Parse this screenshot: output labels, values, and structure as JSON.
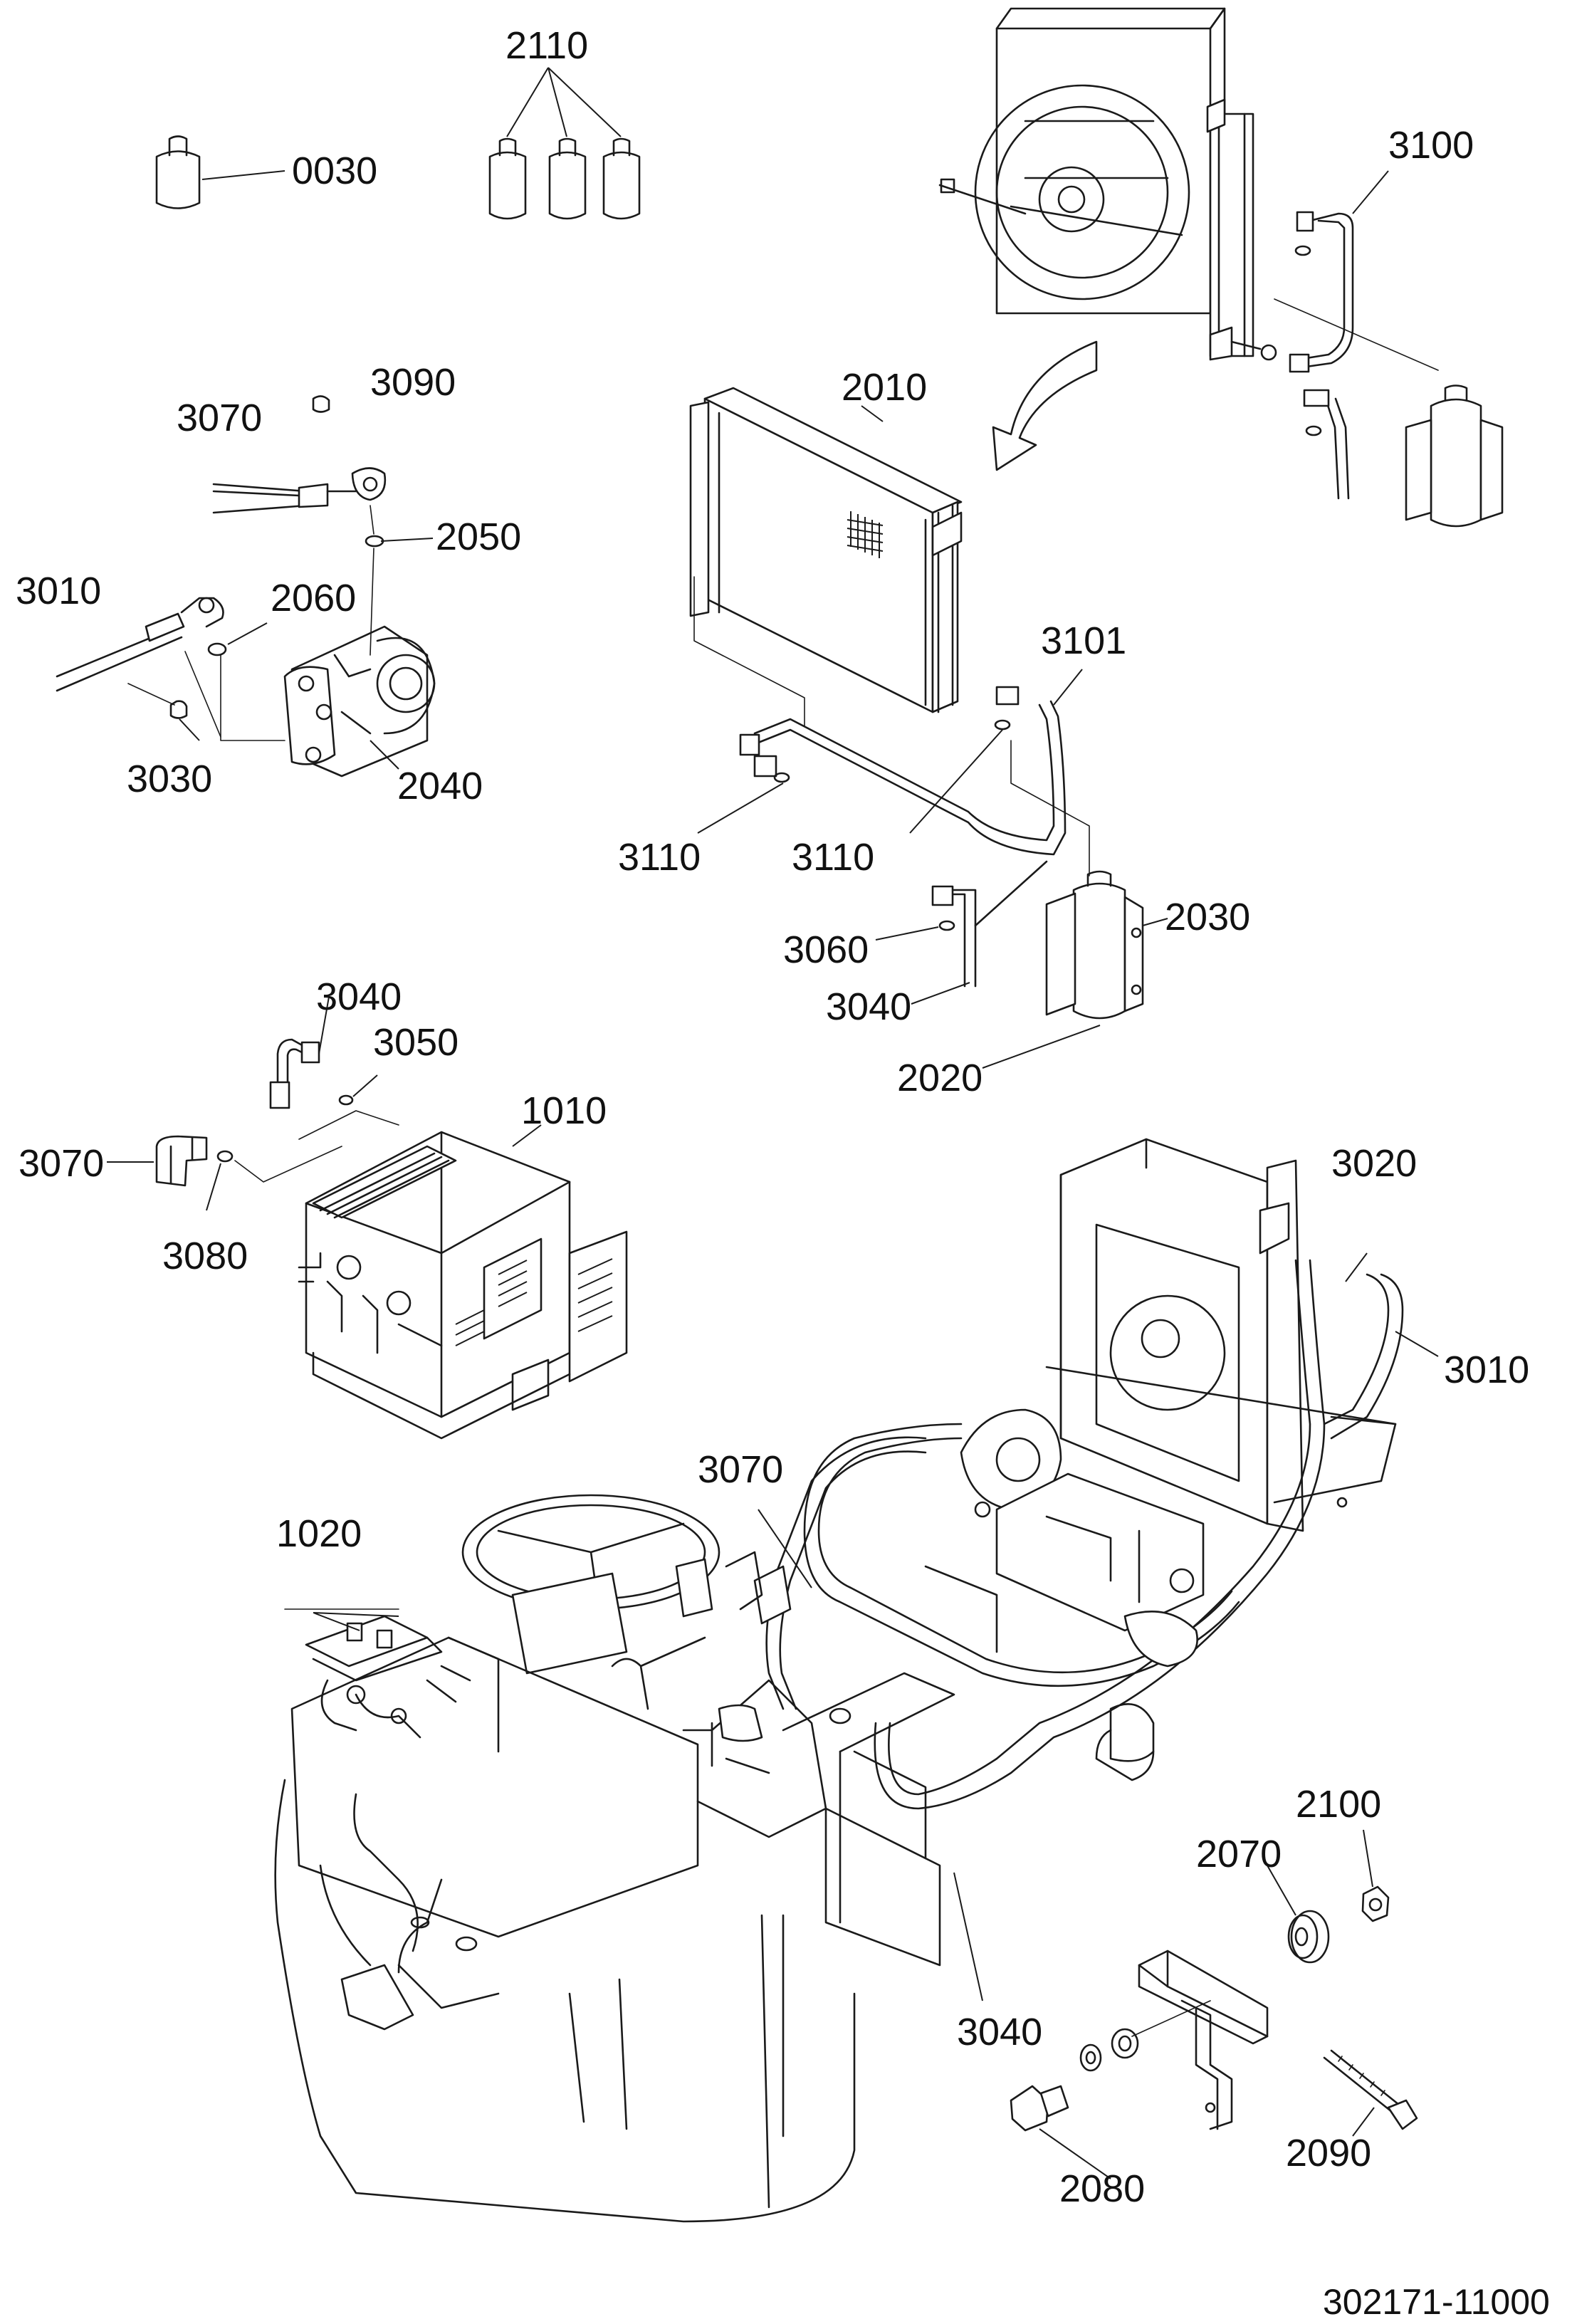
{
  "drawing_number": "302171-11000",
  "part_labels": [
    "0030",
    "2110",
    "3100",
    "3090",
    "3070",
    "2050",
    "3010",
    "2060",
    "3030",
    "2040",
    "2010",
    "3101",
    "3110",
    "3060",
    "2030",
    "3040",
    "2020",
    "1010",
    "3050",
    "3080",
    "3020",
    "1020",
    "2100",
    "2070",
    "2090",
    "2080"
  ],
  "colors": {
    "line": "#1a1a1a",
    "background": "#ffffff",
    "text": "#111111"
  }
}
